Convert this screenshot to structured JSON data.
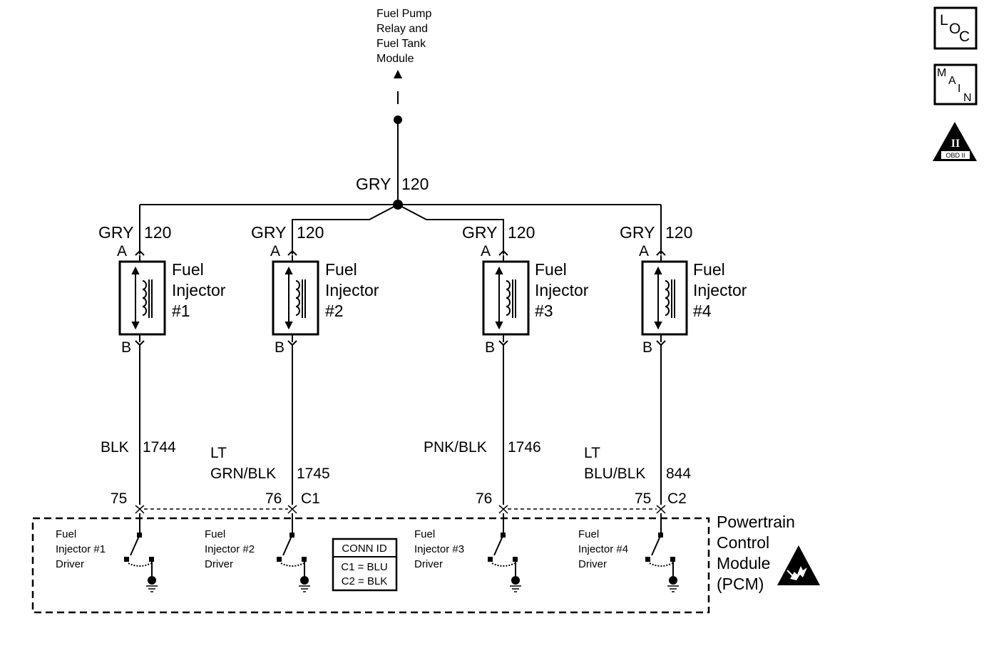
{
  "top_destination": [
    "Fuel Pump",
    "Relay and",
    "Fuel Tank",
    "Module"
  ],
  "feed_wire": {
    "color": "GRY",
    "circuit": "120"
  },
  "injectors": [
    {
      "name_line1": "Fuel",
      "name_line2": "Injector",
      "name_line3": "#1",
      "feed_color": "GRY",
      "feed_circuit": "120",
      "term_a": "A",
      "term_b": "B",
      "out_color_line1": "",
      "out_color_line2": "BLK",
      "out_circuit": "1744",
      "pcm_pin": "75",
      "conn_label": "",
      "driver": [
        "Fuel",
        "Injector #1",
        "Driver"
      ]
    },
    {
      "name_line1": "Fuel",
      "name_line2": "Injector",
      "name_line3": "#2",
      "feed_color": "GRY",
      "feed_circuit": "120",
      "term_a": "A",
      "term_b": "B",
      "out_color_line1": "LT",
      "out_color_line2": "GRN/BLK",
      "out_circuit": "1745",
      "pcm_pin": "76",
      "conn_label": "C1",
      "driver": [
        "Fuel",
        "Injector #2",
        "Driver"
      ]
    },
    {
      "name_line1": "Fuel",
      "name_line2": "Injector",
      "name_line3": "#3",
      "feed_color": "GRY",
      "feed_circuit": "120",
      "term_a": "A",
      "term_b": "B",
      "out_color_line1": "",
      "out_color_line2": "PNK/BLK",
      "out_circuit": "1746",
      "pcm_pin": "76",
      "conn_label": "",
      "driver": [
        "Fuel",
        "Injector #3",
        "Driver"
      ]
    },
    {
      "name_line1": "Fuel",
      "name_line2": "Injector",
      "name_line3": "#4",
      "feed_color": "GRY",
      "feed_circuit": "120",
      "term_a": "A",
      "term_b": "B",
      "out_color_line1": "LT",
      "out_color_line2": "BLU/BLK",
      "out_circuit": "844",
      "pcm_pin": "75",
      "conn_label": "C2",
      "driver": [
        "Fuel",
        "Injector #4",
        "Driver"
      ]
    }
  ],
  "conn_id": {
    "header": "CONN ID",
    "rows": [
      "C1 = BLU",
      "C2 = BLK"
    ]
  },
  "pcm_name": [
    "Powertrain",
    "Control",
    "Module",
    "(PCM)"
  ],
  "icons": {
    "loc": [
      "L",
      "O",
      "C"
    ],
    "main": [
      "M",
      "A",
      "I",
      "N"
    ],
    "obd": {
      "roman": "II",
      "caption": "OBD II"
    },
    "esd": "esd-warning-icon"
  }
}
